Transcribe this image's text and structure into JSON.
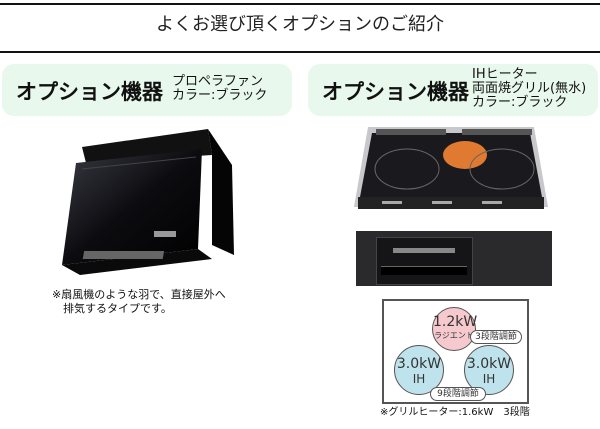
{
  "header": {
    "title": "よくお選び頂くオプションのご紹介"
  },
  "left_option": {
    "heading": "オプション機器",
    "description": "プロペラファン\nカラー:ブラック",
    "product_image": "range-hood-black",
    "note": "※扇風機のような羽で、直接屋外へ\n　排気するタイプです。"
  },
  "right_option": {
    "heading": "オプション機器",
    "description": "IHヒーター\n両面焼グリル(無水)\nカラー:ブラック",
    "product_images": [
      "ih-cooktop-top-view",
      "grill-front-panel"
    ],
    "diagram": {
      "burners": [
        {
          "power": "1.2kW",
          "type": "ラジエント",
          "color": "#f6c9cf"
        },
        {
          "power": "3.0kW",
          "type": "IH",
          "color": "#bfe3ec"
        },
        {
          "power": "3.0kW",
          "type": "IH",
          "color": "#bfe3ec"
        }
      ],
      "labels": {
        "radiant_steps": "3段階調節",
        "ih_steps": "9段階調節"
      },
      "footnote": "※グリルヒーター:1.6kW　3段階"
    }
  },
  "colors": {
    "panel_bg": "#e8f8ec",
    "rule": "#111111"
  }
}
